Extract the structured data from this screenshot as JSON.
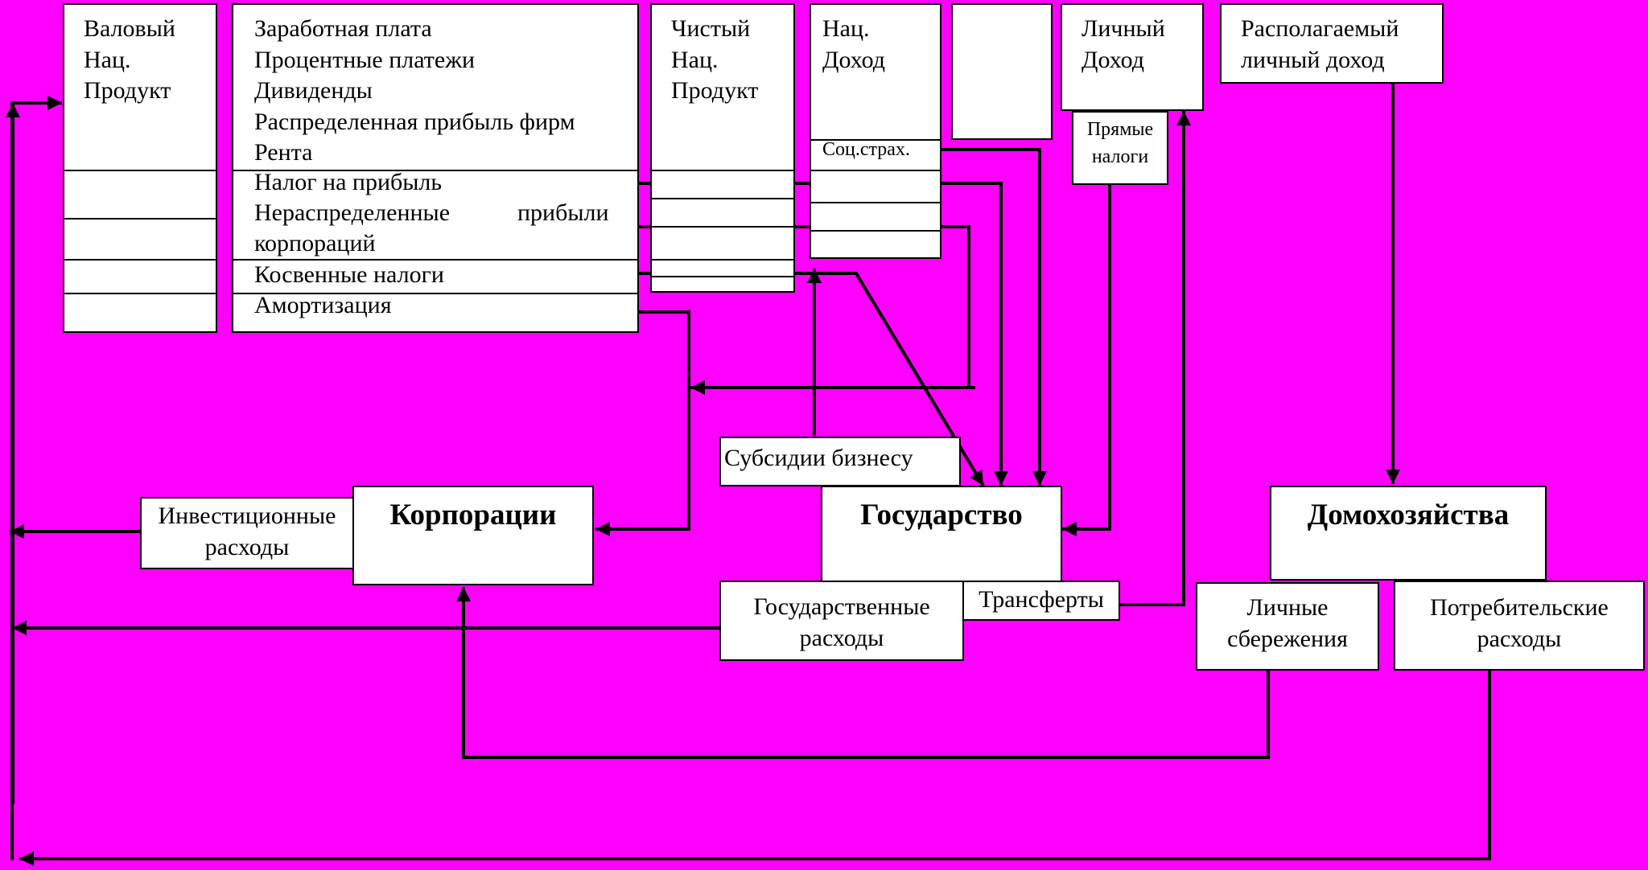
{
  "background_color": "#ff00ff",
  "gnp": {
    "label": "Валовый\nНац.\nПродукт"
  },
  "components": {
    "income_items": "Заработная плата\nПроцентные платежи\nДивиденды\nРаспределенная прибыль фирм\nРента",
    "profit_tax": "Налог на прибыль",
    "retained_profits_word1": "Нераспределенные",
    "retained_profits_word2": "прибыли",
    "retained_profits_line2": "корпораций",
    "indirect_taxes": "Косвенные налоги",
    "depreciation": "Амортизация"
  },
  "nnp": {
    "label": "Чистый\nНац.\nПродукт"
  },
  "national_income": {
    "label": "Нац.\nДоход",
    "social_insurance": "Соц.страх."
  },
  "personal_income": {
    "label": "Личный\nДоход",
    "direct_taxes": "Прямые\nналоги"
  },
  "disposable_income": {
    "label": "Располагаемый\nличный доход"
  },
  "subsidies": "Субсидии бизнесу",
  "investment": "Инвестиционные\nрасходы",
  "corporations": "Корпорации",
  "government": "Государство",
  "government_spending": "Государственные\nрасходы",
  "transfers": "Трансферты",
  "households": "Домохозяйства",
  "savings": "Личные\nсбережения",
  "consumption": "Потребительские\nрасходы"
}
